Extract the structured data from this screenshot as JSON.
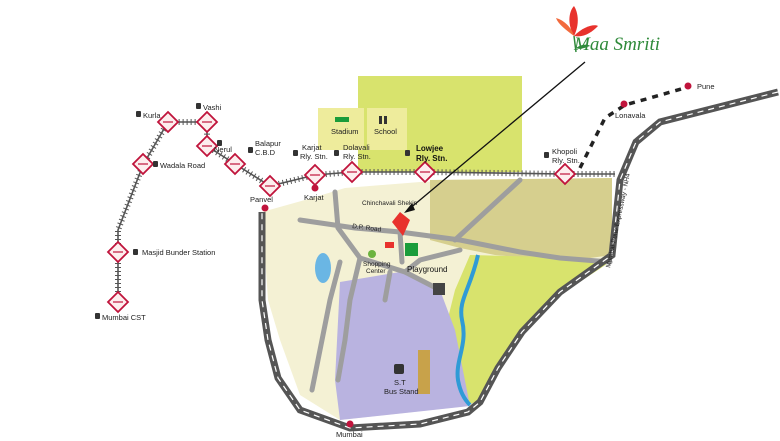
{
  "brand": {
    "name": "Maa Smriti",
    "logo": "flower-logo",
    "color": "#2f8a3a"
  },
  "stations": {
    "kurla": "Kurla",
    "vashi": "Vashi",
    "nerul": "Nerul",
    "wadala": "Wadala Road",
    "balapur_1": "Balapur",
    "balapur_2": "C.B.D",
    "panvel": "Panvel",
    "karjat_stn_1": "Karjat",
    "karjat_stn_2": "Rly. Stn.",
    "karjat": "Karjat",
    "dolavali_1": "Dolavali",
    "dolavali_2": "Rly. Stn.",
    "lowjee_1": "Lowjee",
    "lowjee_2": "Rly. Stn.",
    "khopoli_1": "Khopoli",
    "khopoli_2": "Rly. Stn.",
    "masjid": "Masjid Bunder Station",
    "mumbai_cst": "Mumbai CST",
    "lonavala": "Lonavala",
    "pune": "Pune"
  },
  "places": {
    "stadium": "Stadium",
    "school": "School",
    "chinchawali": "Chinchavali Shekin",
    "dp_road": "D.P. Road",
    "shopping_1": "Shopping",
    "shopping_2": "Center",
    "playground": "Playground",
    "st_1": "S.T",
    "st_2": "Bus Stand",
    "mumbai": "Mumbai",
    "expressway": "Mumbai-Pune Expressway - NH4"
  },
  "colors": {
    "rail": "#555555",
    "station_marker": "#c0143c",
    "road": "#9e9e9e",
    "expressway": "#555555",
    "cream": "#f4f1d4",
    "khaki": "#d6cf8e",
    "lime": "#d8e36d",
    "lavender": "#b9b3e0",
    "river": "#2f9bd6",
    "site": "#e8322d"
  }
}
